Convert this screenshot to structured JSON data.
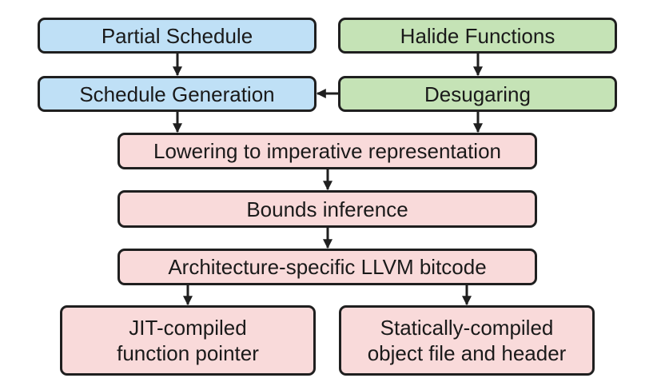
{
  "colors": {
    "schedule_fill": "#bfe0f6",
    "function_fill": "#c5e3b6",
    "pipeline_fill": "#f9dada",
    "stroke": "#1f1f1f"
  },
  "nodes": {
    "partial_schedule": "Partial Schedule",
    "halide_functions": "Halide Functions",
    "schedule_generation": "Schedule Generation",
    "desugaring": "Desugaring",
    "lowering": "Lowering to imperative representation",
    "bounds_inference": "Bounds inference",
    "llvm_bitcode": "Architecture-specific LLVM bitcode",
    "jit": {
      "line1": "JIT-compiled",
      "line2": "function pointer"
    },
    "static": {
      "line1": "Statically-compiled",
      "line2": "object file and header"
    }
  }
}
